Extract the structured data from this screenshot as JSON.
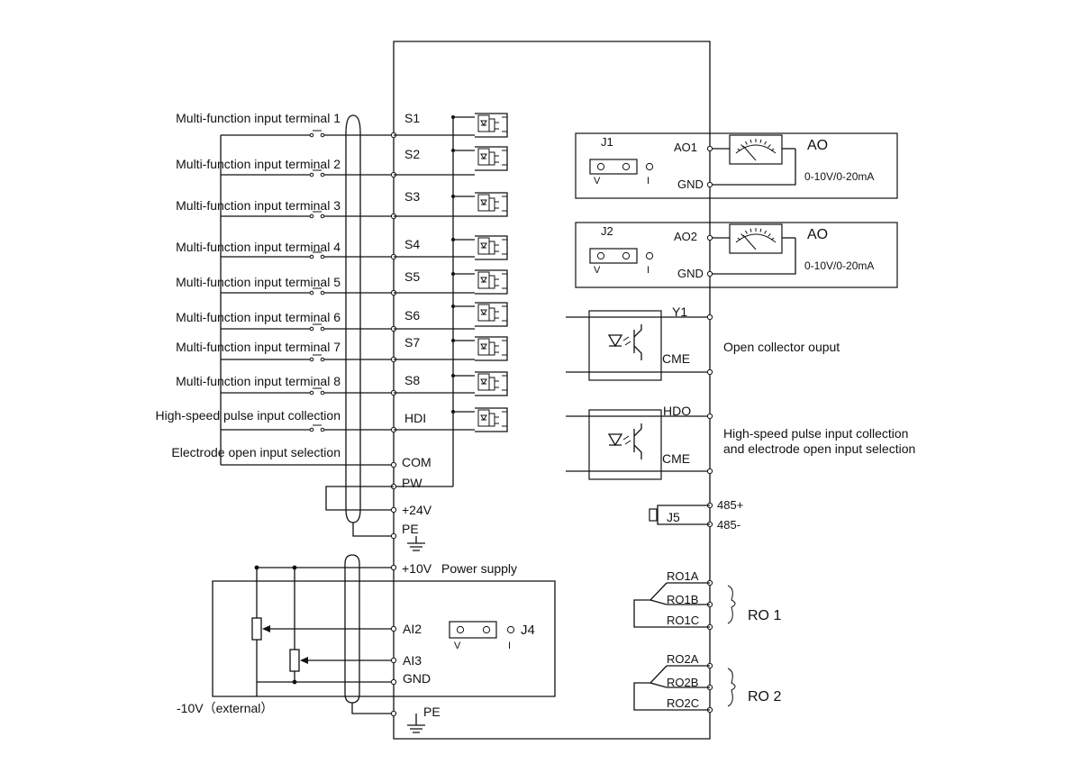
{
  "inputs": [
    {
      "label": "Multi-function input terminal 1",
      "terminal": "S1"
    },
    {
      "label": "Multi-function input terminal 2",
      "terminal": "S2"
    },
    {
      "label": "Multi-function input terminal 3",
      "terminal": "S3"
    },
    {
      "label": "Multi-function input terminal 4",
      "terminal": "S4"
    },
    {
      "label": "Multi-function input terminal 5",
      "terminal": "S5"
    },
    {
      "label": "Multi-function input terminal 6",
      "terminal": "S6"
    },
    {
      "label": "Multi-function input terminal 7",
      "terminal": "S7"
    },
    {
      "label": "Multi-function input terminal 8",
      "terminal": "S8"
    },
    {
      "label": "High-speed pulse input collection",
      "terminal": "HDI"
    }
  ],
  "electrode_label": "Electrode open input selection",
  "left_terminals": {
    "com": "COM",
    "pw": "PW",
    "plus24v": "+24V",
    "pe_top": "PE",
    "plus10v": "+10V",
    "power_supply": "Power supply",
    "ai2": "AI2",
    "ai3": "AI3",
    "gnd": "GND",
    "pe_bottom": "PE"
  },
  "j4": {
    "label": "J4",
    "v": "V",
    "i": "I"
  },
  "minus10v_label": "-10V（external）",
  "analog_outputs": [
    {
      "jumper": "J1",
      "terminal": "AO1",
      "gnd": "GND",
      "title": "AO",
      "range": "0-10V/0-20mA",
      "v": "V",
      "i": "I"
    },
    {
      "jumper": "J2",
      "terminal": "AO2",
      "gnd": "GND",
      "title": "AO",
      "range": "0-10V/0-20mA",
      "v": "V",
      "i": "I"
    }
  ],
  "open_collector": {
    "terminal": "Y1",
    "common": "CME",
    "description": "Open collector ouput"
  },
  "hdo": {
    "terminal": "HDO",
    "common": "CME",
    "description_line1": "High-speed pulse input collection",
    "description_line2": "and electrode open input selection"
  },
  "rs485": {
    "plus": "485+",
    "minus": "485-",
    "jumper": "J5"
  },
  "relays": [
    {
      "a": "RO1A",
      "b": "RO1B",
      "c": "RO1C",
      "name": "RO 1"
    },
    {
      "a": "RO2A",
      "b": "RO2B",
      "c": "RO2C",
      "name": "RO 2"
    }
  ]
}
